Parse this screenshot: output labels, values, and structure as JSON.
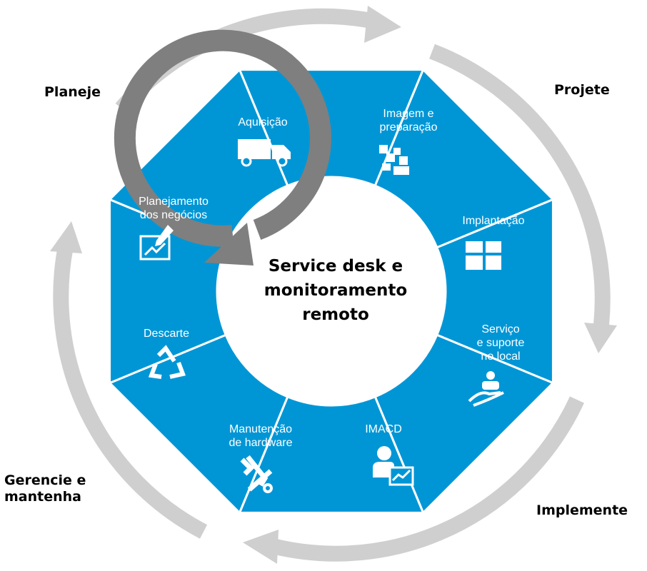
{
  "phases": {
    "plan": "Planeje",
    "design": "Projete",
    "implement": "Implemente",
    "manage": "Gerencie e\nmantenha"
  },
  "center": {
    "text": "Service desk e\nmonitoramento\nremoto"
  },
  "segments": [
    {
      "label": "Aquisição",
      "icon": "truck-icon"
    },
    {
      "label": "Imagem e\npreparação",
      "icon": "checker-icon"
    },
    {
      "label": "Implantação",
      "icon": "gift-box-icon"
    },
    {
      "label": "Serviço\ne suporte\nno local",
      "icon": "hand-support-icon"
    },
    {
      "label": "IMACD",
      "icon": "user-chart-icon"
    },
    {
      "label": "Manutenção\nde hardware",
      "icon": "wrench-tools-icon"
    },
    {
      "label": "Descarte",
      "icon": "recycle-icon"
    },
    {
      "label": "Planejamento\ndos negócios",
      "icon": "chart-pen-icon"
    }
  ],
  "colors": {
    "segment": "#0096d6",
    "outer_arrows": "#cfcfcf",
    "inner_arrow": "#7f7f7f",
    "divider": "#ffffff"
  }
}
